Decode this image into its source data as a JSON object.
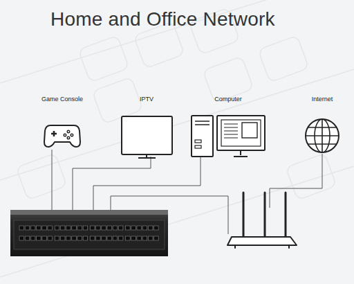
{
  "diagram": {
    "title": "Home and Office Network",
    "nodes": [
      {
        "text": [
          "Game Console"
        ]
      },
      {
        "text": [
          "IPTV"
        ]
      },
      {
        "text": [
          "Computer"
        ]
      },
      {
        "text": [
          "Internet"
        ]
      }
    ]
  }
}
